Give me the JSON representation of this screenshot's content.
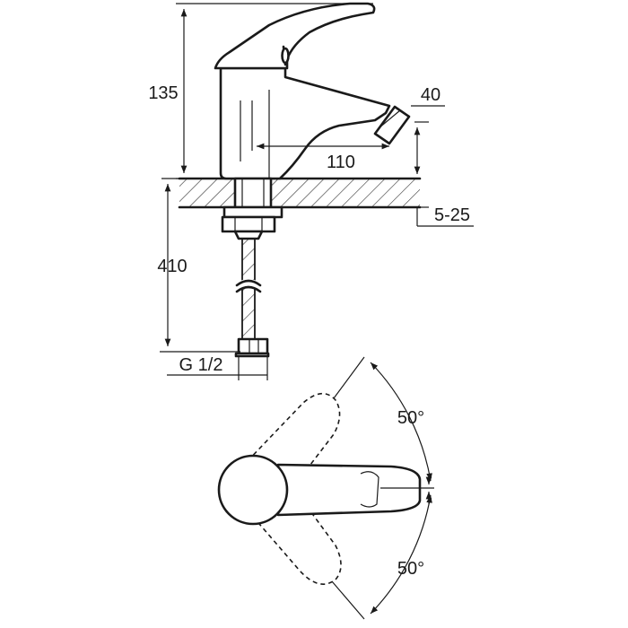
{
  "dimensions": {
    "height_above_counter": "135",
    "spout_outlet": "40",
    "spout_reach": "110",
    "counter_thickness": "5-25",
    "hose_length": "410",
    "thread": "G 1/2"
  },
  "rotation": {
    "angle_up": "50°",
    "angle_down": "50°"
  }
}
